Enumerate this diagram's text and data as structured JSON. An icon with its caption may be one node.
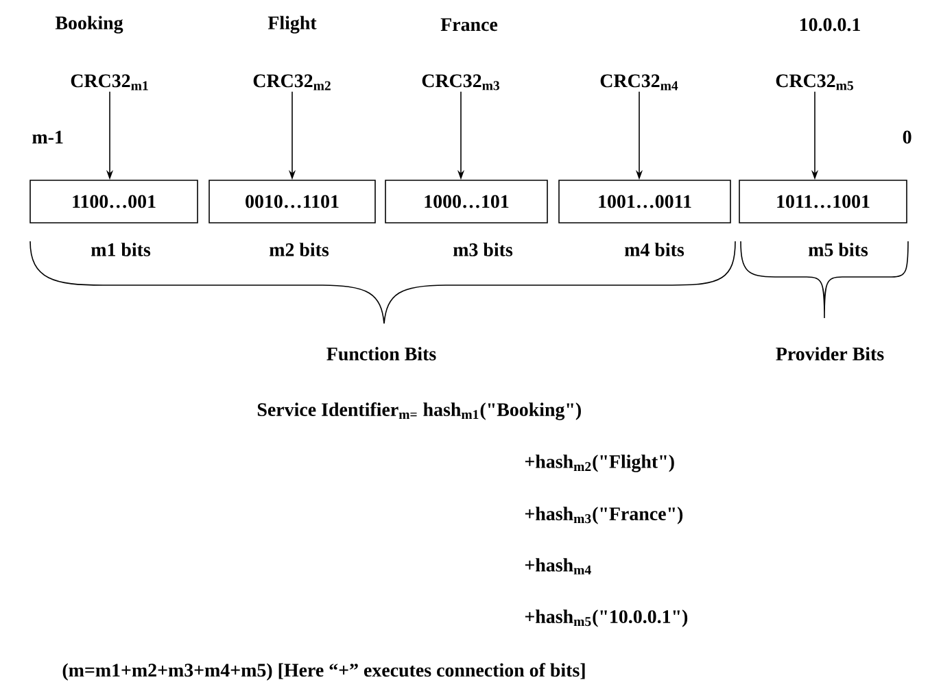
{
  "diagram": {
    "nodes": [
      {
        "text": [
          "CRC32$_{m1}$"
        ]
      },
      {
        "text": [
          "CRC32$_{m2}$"
        ]
      },
      {
        "text": [
          "CRC32$_{m3}$"
        ]
      },
      {
        "text": [
          "CRC32$_{m4}$"
        ]
      },
      {
        "text": [
          "CRC32$_{m5}$"
        ]
      },
      {
        "text": [
          "1100…001"
        ]
      },
      {
        "text": [
          "0010…1101"
        ]
      },
      {
        "text": [
          "1000…101"
        ]
      },
      {
        "text": [
          "1001…0011"
        ]
      },
      {
        "text": [
          "1011…1001"
        ]
      }
    ],
    "edges": [
      {
        "from": 0,
        "to": 5,
        "arrow": "to"
      },
      {
        "from": 1,
        "to": 6,
        "arrow": "to"
      },
      {
        "from": 2,
        "to": 7,
        "arrow": "to"
      },
      {
        "from": 3,
        "to": 8,
        "arrow": "to"
      },
      {
        "from": 4,
        "to": 9,
        "arrow": "to"
      }
    ],
    "labels": [
      "Booking",
      "Flight",
      "France",
      "10.0.0.1",
      "m-1",
      "0",
      "m1 bits",
      "m2 bits",
      "m3 bits",
      "m4 bits",
      "m5 bits",
      "Function Bits",
      "Provider Bits",
      "Service Identifier$_{m=}$ hash$_{m1}$(\"Booking\")",
      "+hash$_{m2}$(\"Flight\")",
      "+hash$_{m3}$(\"France\")",
      "+hash$_{m4}$",
      "+hash$_{m5}$(\"10.0.0.1\")",
      "(m=m1+m2+m3+m4+m5) [Here “+” executes connection of bits]"
    ]
  }
}
